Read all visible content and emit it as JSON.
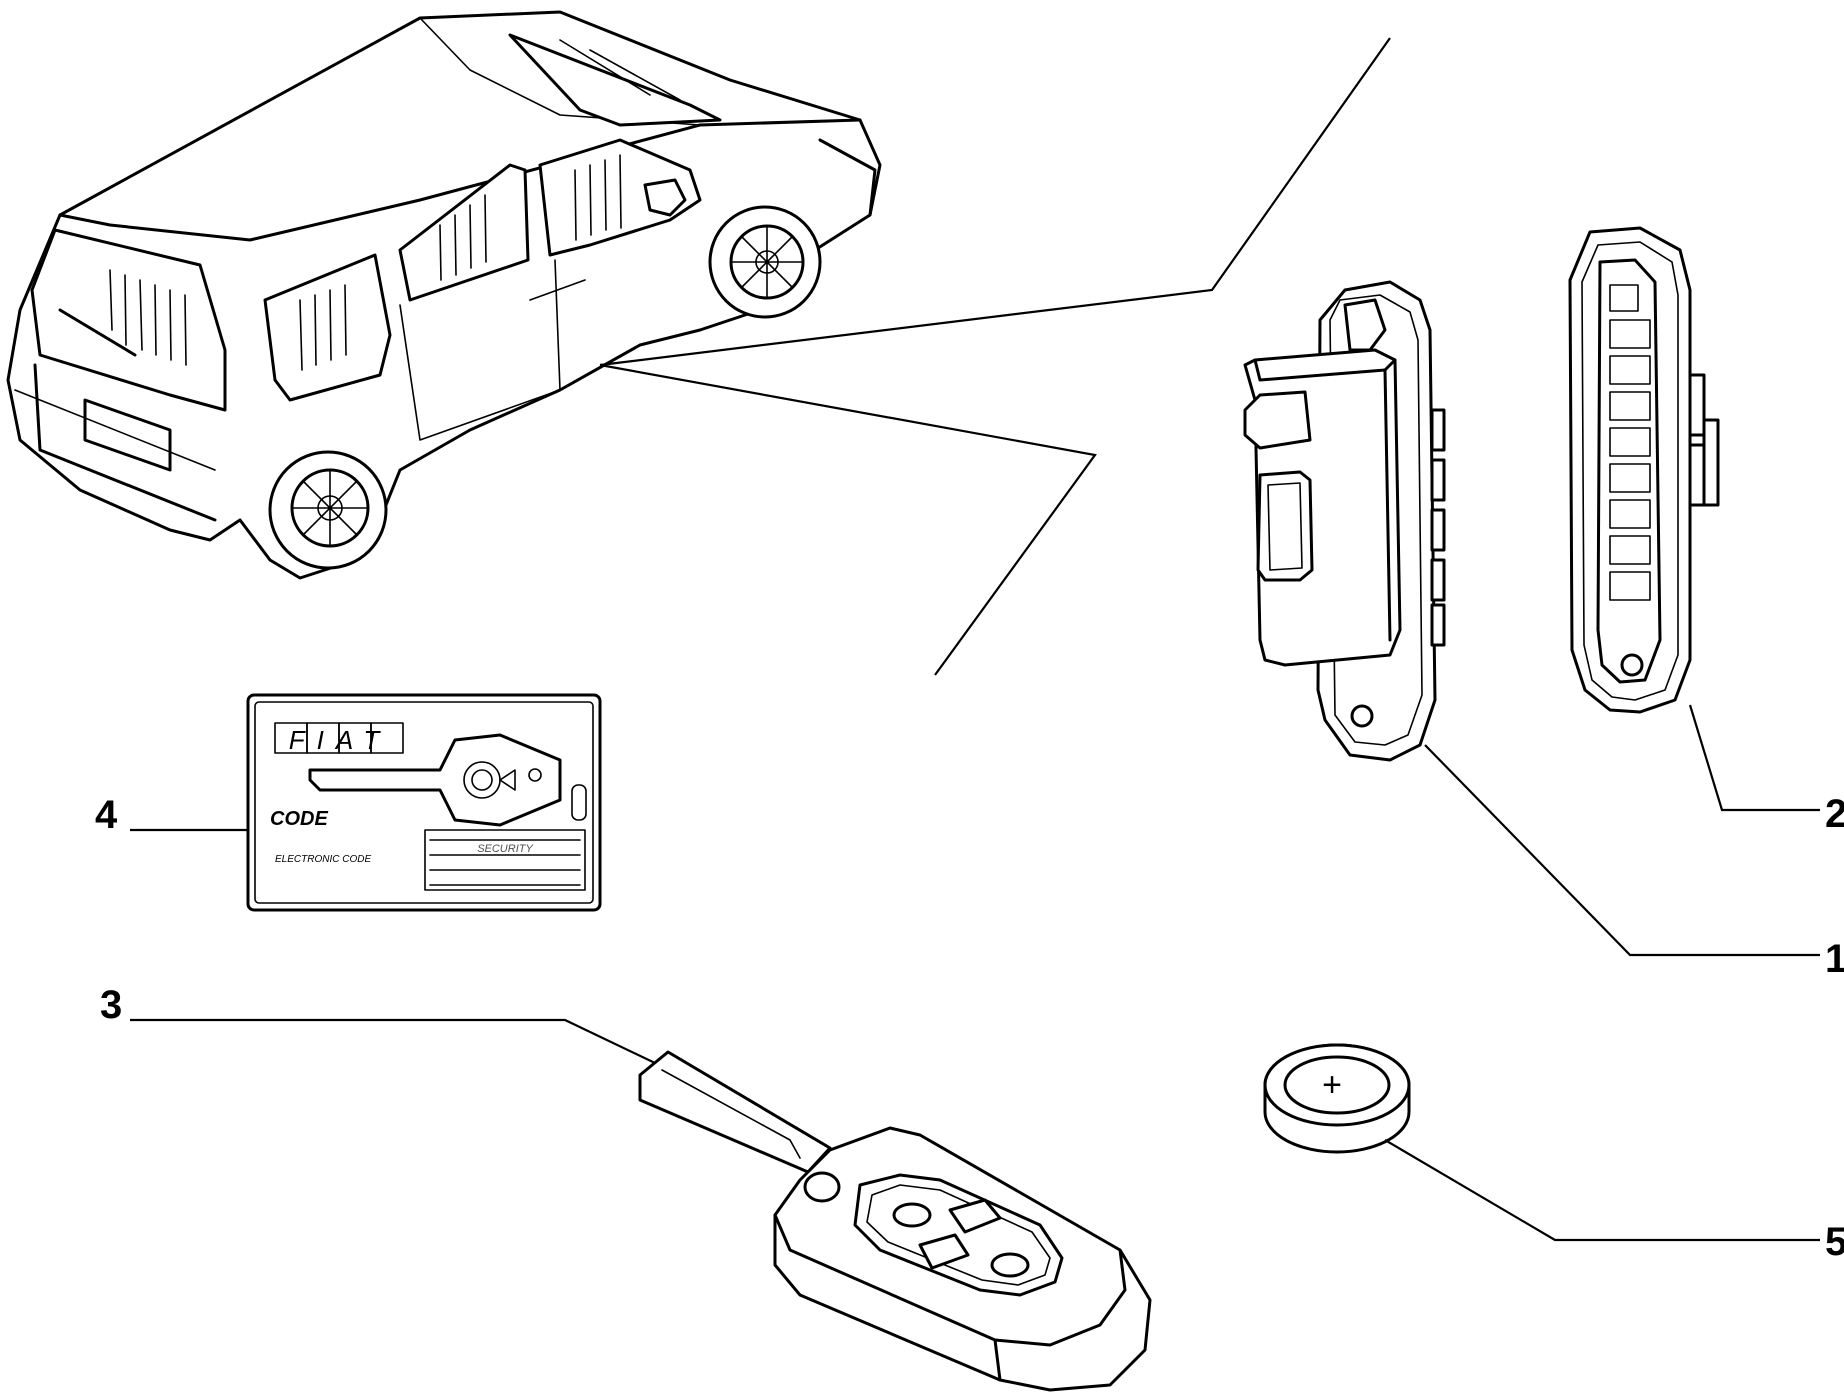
{
  "callouts": [
    {
      "id": "1",
      "label": "1"
    },
    {
      "id": "2",
      "label": "2"
    },
    {
      "id": "3",
      "label": "3"
    },
    {
      "id": "4",
      "label": "4"
    },
    {
      "id": "5",
      "label": "5"
    }
  ],
  "code_card": {
    "brand": "FIAT",
    "code_label": "CODE",
    "electronic_label": "ELECTRONIC CODE",
    "security_text": "SECURITY"
  },
  "battery": {
    "symbol": "+"
  },
  "icons": [
    "van-drawing-icon",
    "control-unit-icon",
    "receiver-module-icon",
    "flip-key-icon",
    "code-card-icon",
    "coin-battery-icon"
  ]
}
